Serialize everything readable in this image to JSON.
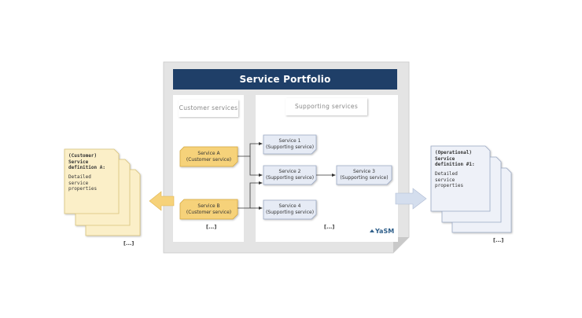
{
  "portfolio": {
    "title": "Service Portfolio",
    "customer_header": "Customer services",
    "supporting_header": "Supporting services",
    "customer_ellipsis": "[...]",
    "supporting_ellipsis": "[...]",
    "logo": "YaSM"
  },
  "customer_services": [
    {
      "name": "Service A",
      "type": "(Customer service)"
    },
    {
      "name": "Service B",
      "type": "(Customer service)"
    }
  ],
  "supporting_services": [
    {
      "name": "Service 1",
      "type": "(Supporting service)"
    },
    {
      "name": "Service 2",
      "type": "(Supporting service)"
    },
    {
      "name": "Service 3",
      "type": "(Supporting service)"
    },
    {
      "name": "Service 4",
      "type": "(Supporting service)"
    }
  ],
  "left_doc": {
    "title": "(Customer)\nService\ndefinition A:",
    "body": "Detailed\nservice\nproperties",
    "ellipsis": "[...]"
  },
  "right_doc": {
    "title": "(Operational)\nService\ndefinition #1:",
    "body": "Detailed\nservice\nproperties",
    "ellipsis": "[...]"
  },
  "colors": {
    "title_bar": "#1f3f68",
    "customer_box": "#f6d27a",
    "supporting_box": "#e6ebf5",
    "left_doc": "#fbefc8",
    "right_doc": "#eef1f8",
    "left_arrow": "#f6d27a",
    "right_arrow": "#d4deee"
  }
}
